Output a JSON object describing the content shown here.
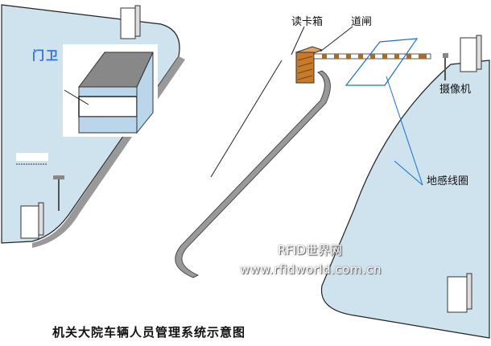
{
  "labels": {
    "guard": "门卫",
    "card_reader": "读卡箱",
    "barrier_gate": "道闸",
    "camera": "摄像机",
    "loop_detector": "地感线圈"
  },
  "watermark": {
    "name": "RFID世界网",
    "url": "www.rfidworld.com.cn"
  },
  "title": "机关大院车辆人员管理系统示意图",
  "colors": {
    "sidewalk": "#cfe3ef",
    "curb": "#9a9a9a",
    "loop": "#1e6fd0",
    "reader": "#c77b2a"
  }
}
